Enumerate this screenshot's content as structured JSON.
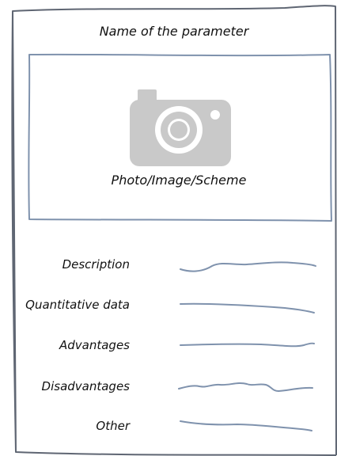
{
  "card": {
    "title": "Name of the parameter",
    "photo_caption": "Photo/Image/Scheme",
    "photo_icon": "camera-icon"
  },
  "rows": [
    {
      "label": "Description"
    },
    {
      "label": "Quantitative data"
    },
    {
      "label": "Advantages"
    },
    {
      "label": "Disadvantages"
    },
    {
      "label": "Other"
    }
  ],
  "colors": {
    "stroke": "#5f6673",
    "placeholder_line": "#7f92ad",
    "photo_border": "#7f92ad",
    "icon": "#c9c9c9"
  }
}
